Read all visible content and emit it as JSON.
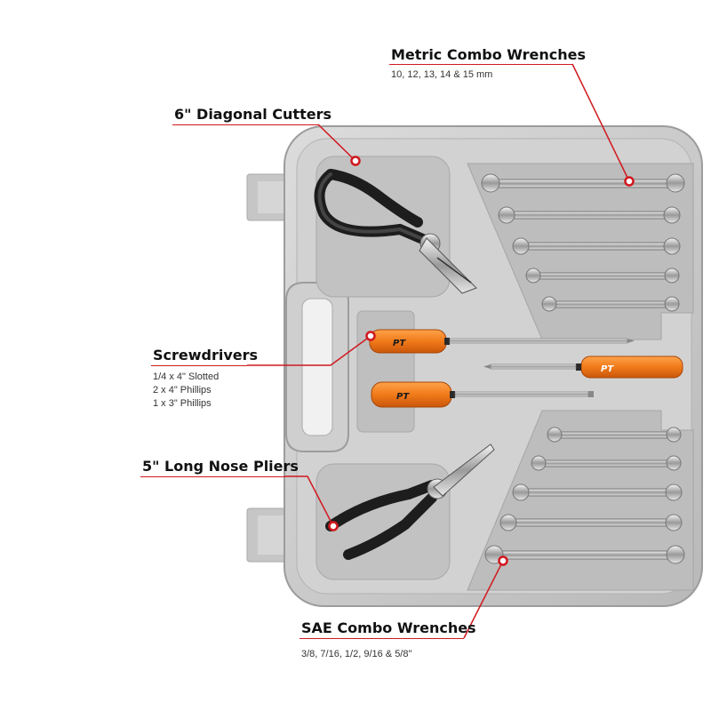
{
  "callouts": {
    "metric": {
      "title": "Metric Combo Wrenches",
      "sub": "10, 12, 13, 14 & 15 mm"
    },
    "cutters": {
      "title": "6\" Diagonal Cutters"
    },
    "screwdrivers": {
      "title": "Screwdrivers",
      "lines": [
        "1/4 x 4\" Slotted",
        "2 x 4\" Phillips",
        "1 x 3\" Phillips"
      ]
    },
    "pliers": {
      "title": "5\" Long Nose Pliers"
    },
    "sae": {
      "title": "SAE Combo Wrenches",
      "sub": "3/8, 7/16, 1/2, 9/16 & 5/8\""
    }
  },
  "colors": {
    "accent": "#d0191e",
    "case": "#c9c9c9",
    "handle": "#f07a1a"
  },
  "driver_labels": [
    "PT",
    "PT",
    "PT"
  ]
}
